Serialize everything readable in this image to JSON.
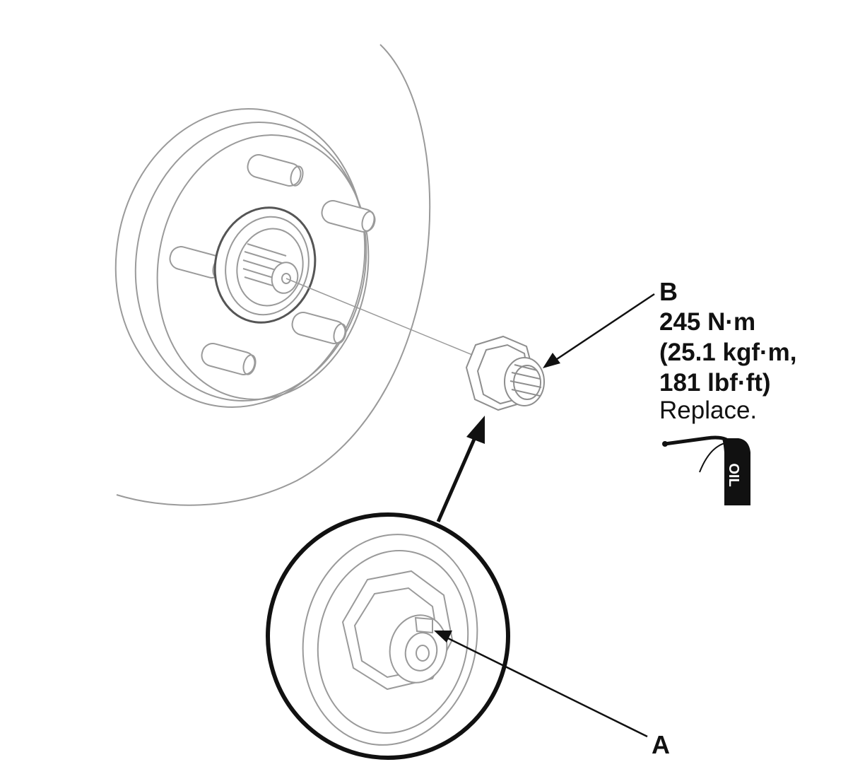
{
  "callouts": {
    "a": {
      "letter": "A"
    },
    "b": {
      "letter": "B",
      "torque_nm": "245 N·m",
      "torque_kgf": "(25.1 kgf·m,",
      "torque_lbf": "181 lbf·ft)",
      "note": "Replace."
    }
  },
  "oil_can": {
    "icon": "oil-can-icon",
    "label": "OIL"
  },
  "colors": {
    "line_art": "#9a9a9a",
    "ink": "#111111"
  }
}
